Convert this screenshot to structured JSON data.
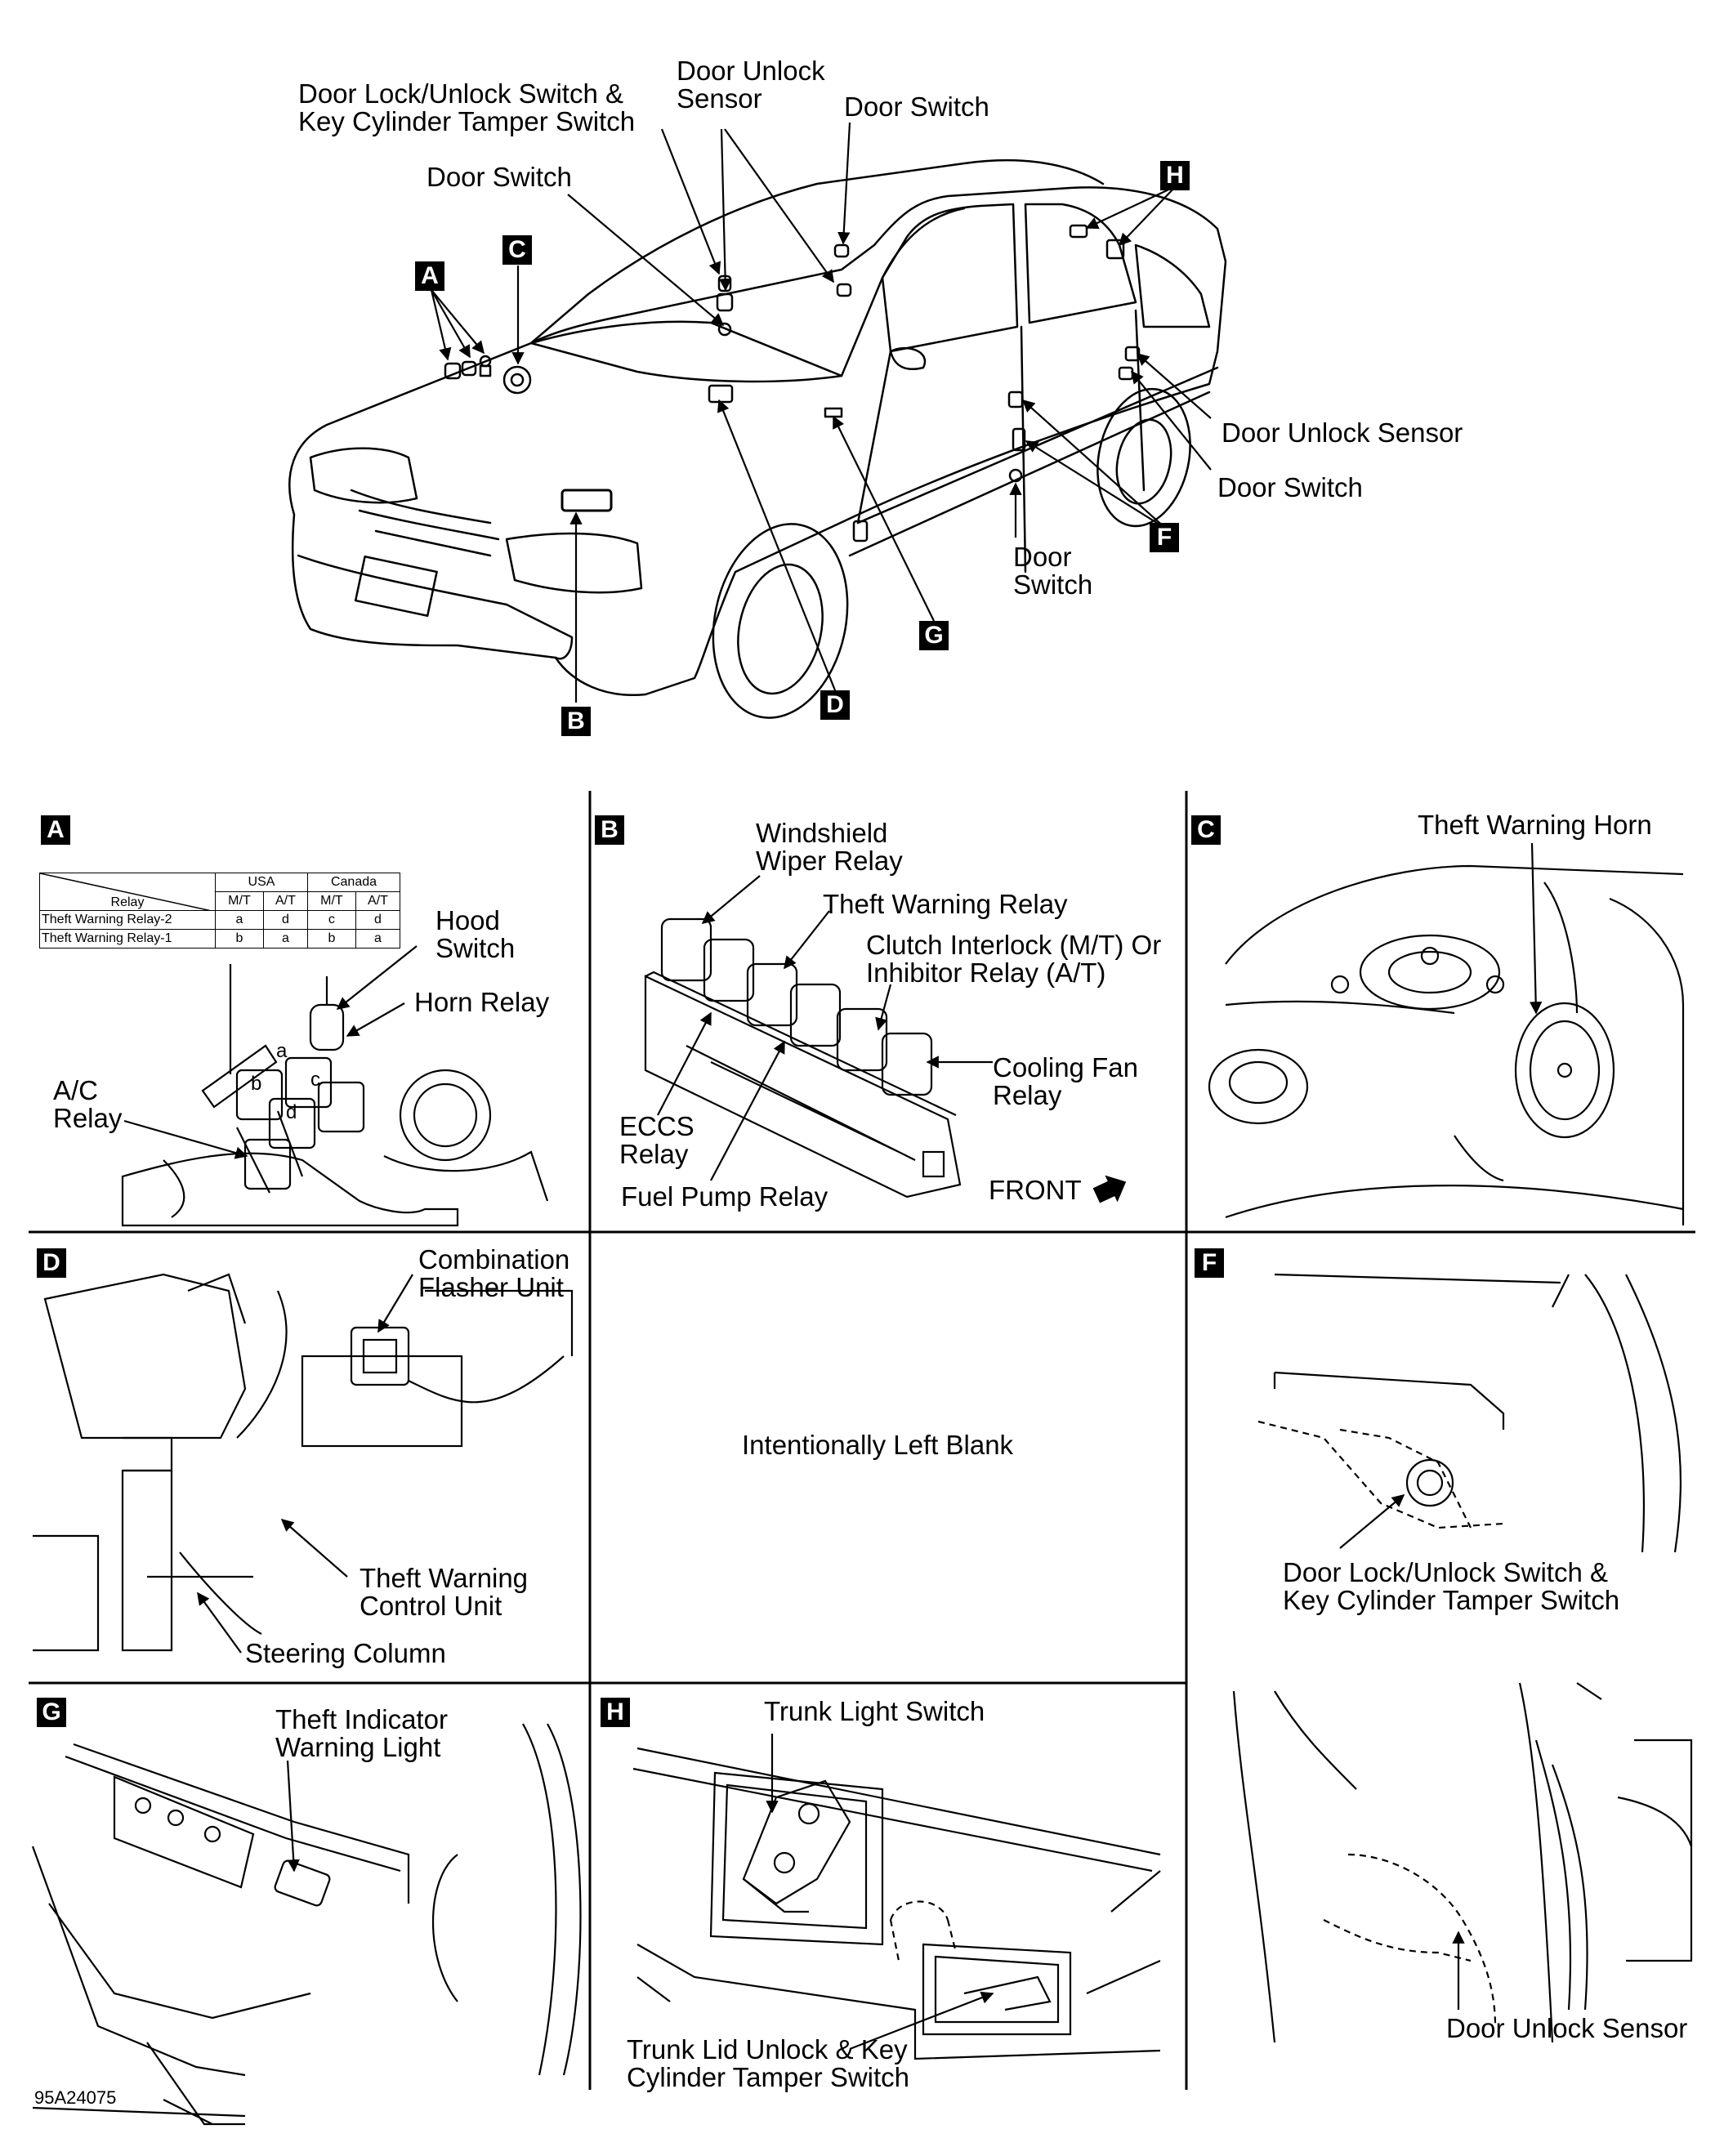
{
  "car_callouts": {
    "door_lock_unlock_switch": "Door Lock/Unlock Switch &\nKey Cylinder Tamper Switch",
    "door_unlock_sensor_top": "Door Unlock\nSensor",
    "door_switch_top_right": "Door Switch",
    "door_switch_top_left": "Door Switch",
    "door_unlock_sensor_right": "Door Unlock Sensor",
    "door_switch_right": "Door Switch",
    "door_switch_bottom": "Door\nSwitch"
  },
  "badges": {
    "A": "A",
    "B": "B",
    "C": "C",
    "D": "D",
    "F": "F",
    "G": "G",
    "H": "H"
  },
  "panel_a": {
    "hood_switch": "Hood\nSwitch",
    "horn_relay": "Horn Relay",
    "ac_relay": "A/C\nRelay",
    "relay_letters": [
      "a",
      "b",
      "c",
      "d"
    ],
    "table": {
      "corner": "Relay",
      "usa": "USA",
      "canada": "Canada",
      "sub": [
        "M/T",
        "A/T",
        "M/T",
        "A/T"
      ],
      "rows": [
        {
          "name": "Theft Warning Relay-2",
          "values": [
            "a",
            "d",
            "c",
            "d"
          ]
        },
        {
          "name": "Theft Warning Relay-1",
          "values": [
            "b",
            "a",
            "b",
            "a"
          ]
        }
      ]
    }
  },
  "panel_b": {
    "windshield_wiper_relay": "Windshield\nWiper Relay",
    "theft_warning_relay": "Theft Warning Relay",
    "clutch_interlock": "Clutch Interlock (M/T) Or\nInhibitor Relay (A/T)",
    "cooling_fan_relay": "Cooling Fan\nRelay",
    "eccs_relay": "ECCS\nRelay",
    "fuel_pump_relay": "Fuel Pump Relay",
    "front": "FRONT"
  },
  "panel_c": {
    "theft_warning_horn": "Theft Warning Horn"
  },
  "panel_d": {
    "combination_flasher_unit": "Combination\nFlasher Unit",
    "theft_warning_control_unit": "Theft Warning\nControl Unit",
    "steering_column": "Steering Column"
  },
  "panel_blank": {
    "text": "Intentionally Left Blank"
  },
  "panel_f": {
    "door_lock_unlock_switch": "Door Lock/Unlock Switch &\nKey Cylinder Tamper Switch",
    "door_unlock_sensor": "Door Unlock Sensor"
  },
  "panel_g": {
    "theft_indicator_warning_light": "Theft Indicator\nWarning Light"
  },
  "panel_h": {
    "trunk_light_switch": "Trunk Light Switch",
    "trunk_lid_unlock": "Trunk Lid Unlock & Key\nCylinder Tamper Switch"
  },
  "figure_id": "95A24075"
}
